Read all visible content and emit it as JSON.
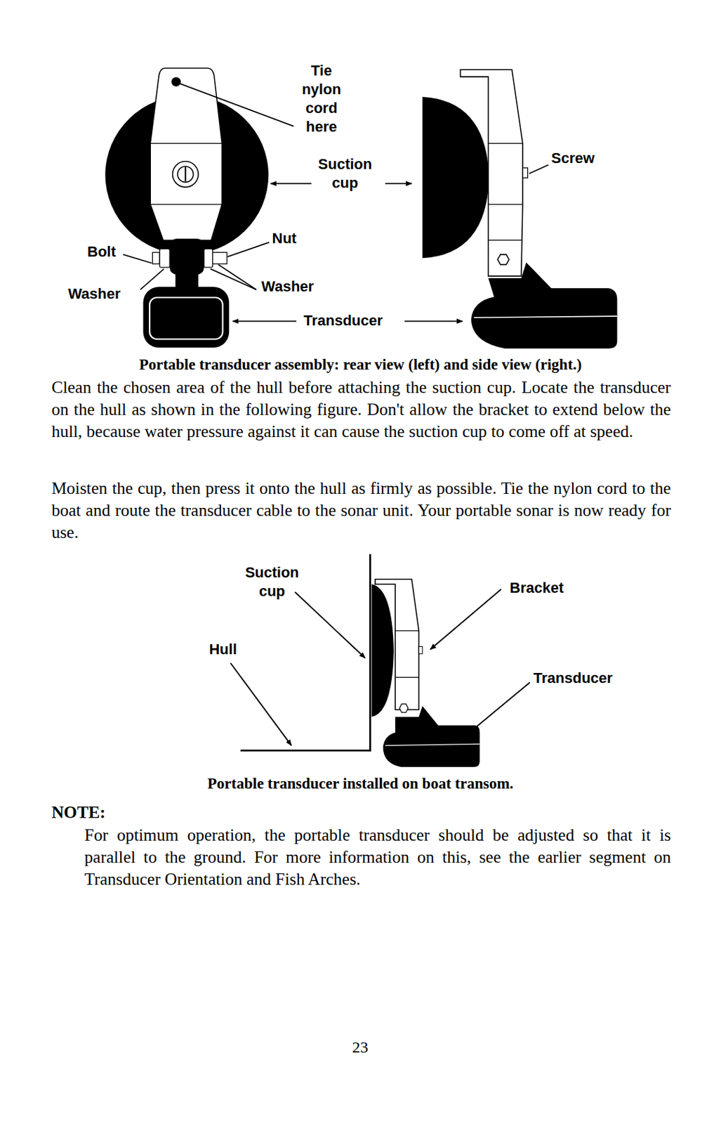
{
  "diagram": {
    "labels": [
      "Tie nylon cord here",
      "Suction cup",
      "Screw",
      "Nut",
      "Bolt",
      "Washer",
      "Washer",
      "Transducer",
      "Portable transducer assembly: rear view (left) and side view (right.)",
      "Clean the chosen area of the hull before attaching the suction cup. Locate the transducer on the hull as shown in the following figure. Don't allow the bracket to extend below the hull, because water pressure against it can cause the suction cup to come off at speed.",
      "Moisten the cup, then press it onto the hull as firmly as possible. Tie the nylon cord to the boat and route the transducer cable to the sonar unit. Your portable sonar is now ready for use.",
      "Suction cup",
      "Bracket",
      "Hull",
      "Transducer",
      "Portable transducer installed on boat transom.",
      "NOTE:",
      "For optimum operation, the portable transducer should be adjusted so that it is parallel to the ground. For more information on this, see the earlier segment on Transducer Orientation and Fish Arches.",
      "23"
    ]
  }
}
